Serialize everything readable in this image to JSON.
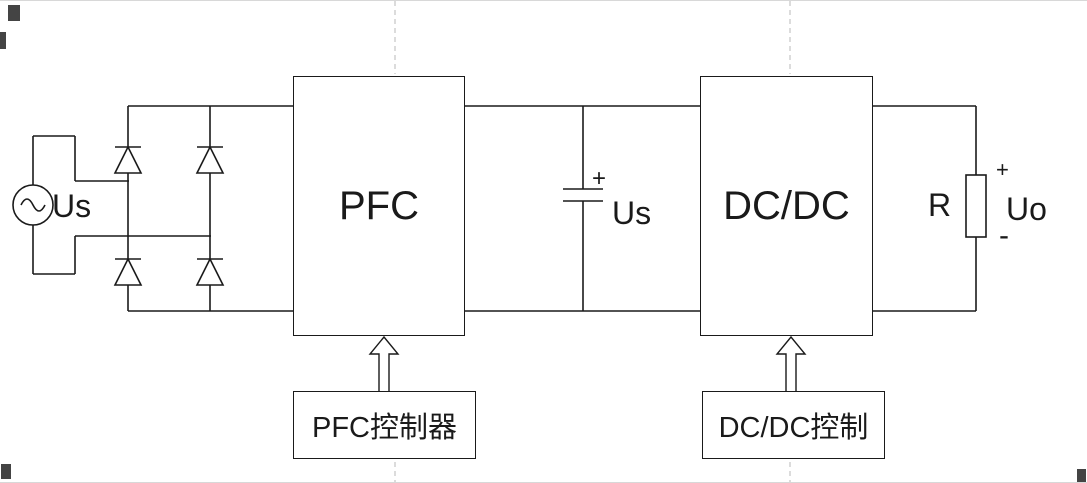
{
  "labels": {
    "ac_source_voltage": "Us",
    "dc_bus_plus": "+",
    "dc_bus_voltage": "Us",
    "pfc_block": "PFC",
    "dcdc_block": "DC/DC",
    "load_resistor": "R",
    "output_plus": "+",
    "output_minus": "-",
    "output_voltage": "Uo",
    "pfc_controller": "PFC控制器",
    "dcdc_controller": "DC/DC控制"
  },
  "colors": {
    "line": "#1a1a1a",
    "dashed_guide": "#c4c4c4",
    "corner_mark": "#444444",
    "background": "#ffffff"
  }
}
